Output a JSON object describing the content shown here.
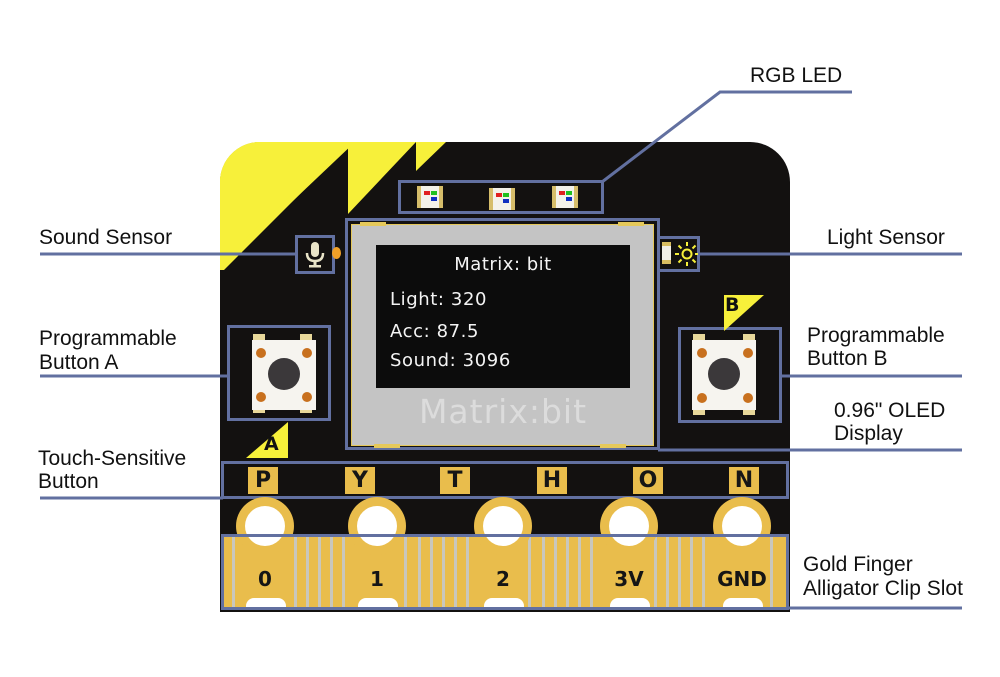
{
  "board": {
    "name": "Matrix:bit",
    "colors": {
      "pcb": "#131110",
      "accent_yellow": "#f7f03a",
      "gold": "#e9bd4c",
      "leader": "#6270a0"
    }
  },
  "labels": {
    "rgb_led": "RGB LED",
    "sound_sensor": "Sound Sensor",
    "light_sensor": "Light Sensor",
    "button_a_line1": "Programmable",
    "button_a_line2": "Button A",
    "button_b_line1": "Programmable",
    "button_b_line2": "Button B",
    "oled_line1": "0.96\" OLED",
    "oled_line2": "Display",
    "touch_line1": "Touch-Sensitive",
    "touch_line2": "Button",
    "gold_line1": "Gold Finger",
    "gold_line2": "Alligator Clip Slot"
  },
  "oled": {
    "title": "Matrix: bit",
    "lines": [
      "Light:  320",
      "Acc:  87.5",
      "Sound:  3096"
    ],
    "brand": "Matrix:bit"
  },
  "buttons": {
    "a_marker": "A",
    "b_marker": "B"
  },
  "touch_pins": [
    "P",
    "Y",
    "T",
    "H",
    "O",
    "N"
  ],
  "gold_pads": [
    "0",
    "1",
    "2",
    "3V",
    "GND"
  ],
  "icons": {
    "sound": "microphone-icon",
    "light": "sun-icon"
  }
}
